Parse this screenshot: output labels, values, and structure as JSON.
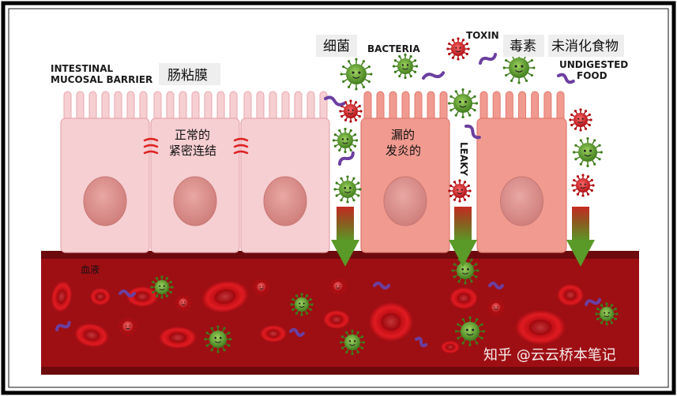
{
  "labels": {
    "intestinal_line1": "INTESTINAL",
    "intestinal_line2": "MUCOSAL BARRIER",
    "mucosa_cn": "肠粘膜",
    "normal_line1": "正常的",
    "normal_line2": "紧密连结",
    "leaky_line1": "漏的",
    "leaky_line2": "发炎的",
    "leaky_en": "LEAKY",
    "bacteria_cn": "细菌",
    "bacteria_en": "BACTERIA",
    "toxin_en": "TOXIN",
    "toxin_cn": "毒素",
    "undigested_cn": "未消化食物",
    "undigested_line1": "UNDIGESTED",
    "undigested_line2": "FOOD",
    "blood_cn": "血液",
    "watermark": "知乎 @云云桥本笔记"
  },
  "colors": {
    "healthy_cell": "#f6cfd2",
    "healthy_cell_edge": "#e7a7ad",
    "inflamed_cell": "#f19a8f",
    "inflamed_cell_edge": "#df7a70",
    "nucleus": "#d98c8c",
    "blood": "#9e0f14",
    "blood_dark": "#6d0a0d",
    "red_cell": "#d7161c",
    "bacteria": "#5a9a28",
    "toxin": "#6b3fa0",
    "arrow_green": "#5a9a28",
    "arrow_red": "#c42a22"
  },
  "icons": {
    "junction": "tight-junction-icon",
    "bacteria": "bacteria-icon",
    "toxin": "toxin-icon",
    "food": "food-particle-icon",
    "red_cell": "red-blood-cell-icon",
    "arrow": "leak-arrow-icon"
  }
}
